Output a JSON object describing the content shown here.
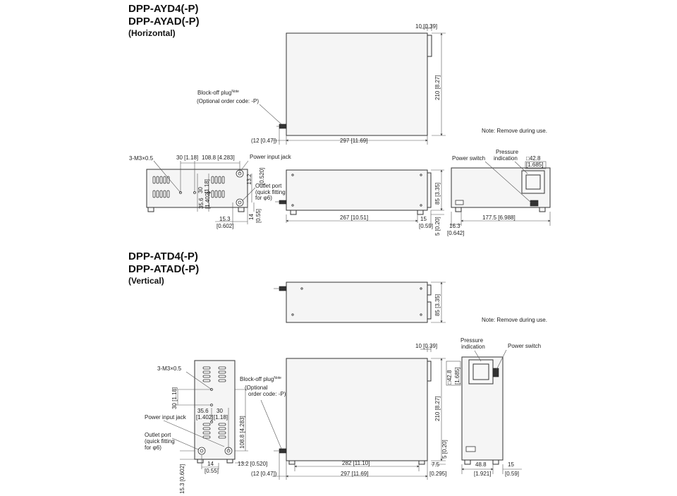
{
  "horizontal": {
    "title1": "DPP-AYD4(-P)",
    "title2": "DPP-AYAD(-P)",
    "orientation": "(Horizontal)",
    "top_view": {
      "dim_top": "10 [0.39]",
      "dim_height": "210 [8.27]",
      "dim_plug": "(12 [0.47])",
      "dim_width": "297 [11.69]",
      "block_off_plug": "Block-off plug",
      "note_sup": "Note",
      "optional_code": "(Optional order code: -P)"
    },
    "note": "Note: Remove during use.",
    "left_view": {
      "screw": "3-M3×0.5",
      "dim_30": "30 [1.18]",
      "dim_108": "108.8 [4.283]",
      "power_input": "Power input jack",
      "dim_132": "13.2",
      "dim_132b": "[0.520]",
      "outlet_port": "Outlet port",
      "quick_fit1": "(quick fitting",
      "quick_fit2": "for φ6)",
      "dim_30v": "30",
      "dim_118v": "[1.18]",
      "dim_356": "35.6",
      "dim_1402": "[1.402]",
      "dim_14": "14",
      "dim_055": "[0.55]",
      "dim_153": "15.3",
      "dim_0602": "[0.602]"
    },
    "side_view": {
      "dim_267": "267 [10.51]",
      "dim_85": "85 [3.35]",
      "dim_15": "15",
      "dim_059": "[0.59]",
      "dim_5": "5 [0.20]"
    },
    "front_view": {
      "power_switch": "Power switch",
      "pressure1": "Pressure",
      "pressure2": "indication",
      "dim_428": "□42.8",
      "dim_1685": "[1.685]",
      "dim_1775": "177.5 [6.988]",
      "dim_163": "16.3",
      "dim_0642": "[0.642]"
    }
  },
  "vertical": {
    "title1": "DPP-ATD4(-P)",
    "title2": "DPP-ATAD(-P)",
    "orientation": "(Vertical)",
    "top_view": {
      "dim_85": "85 [3.35]"
    },
    "note": "Note: Remove during use.",
    "left_view": {
      "screw": "3-M3×0.5",
      "dim_30v": "30 [1.18]",
      "dim_356": "35.6",
      "dim_1402": "[1.402]",
      "dim_30": "30",
      "dim_118": "[1.18]",
      "power_input": "Power input jack",
      "outlet_port": "Outlet port",
      "quick_fit1": "(quick fitting",
      "quick_fit2": "for φ6)",
      "dim_1088": "108.8 [4.283]",
      "dim_14": "14",
      "dim_055": "[0.55]",
      "dim_132": "13.2 [0.520]",
      "dim_153": "15.3 [0.602]"
    },
    "front_view": {
      "dim_top": "10 [0.39]",
      "block_off_plug": "Block-off plug",
      "note_sup": "Note",
      "optional1": "(Optional",
      "optional2": "order code: -P)",
      "dim_210": "210 [8.27]",
      "dim_282": "282 [11.10]",
      "dim_75": "7.5",
      "dim_0295": "[0.295]",
      "dim_5": "5 [0.20]",
      "dim_12": "(12 [0.47])",
      "dim_297": "297 [11.69]"
    },
    "side_view": {
      "pressure1": "Pressure",
      "pressure2": "indication",
      "power_switch": "Power switch",
      "dim_428": "□42.8",
      "dim_1685": "[1.685]",
      "dim_488": "48.8",
      "dim_1921": "[1.921]",
      "dim_15": "15",
      "dim_059": "[0.59]"
    }
  }
}
